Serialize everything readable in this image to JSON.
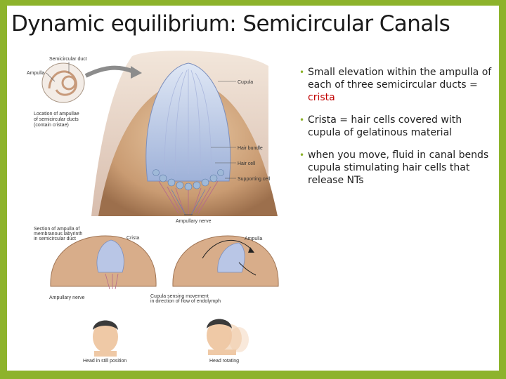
{
  "slide": {
    "title": "Dynamic equilibrium: Semicircular Canals",
    "accent_color": "#8db32c",
    "highlight_color": "#c00000"
  },
  "bullets": [
    {
      "text_a": "Small elevation within the ampulla of each of three semicircular ducts = ",
      "em": "crista",
      "text_b": ""
    },
    {
      "text_a": "",
      "em_plain": "Crista",
      "text_b": " = hair cells covered with ",
      "em2": "cupula",
      "text_c": " of gelatinous material"
    },
    {
      "text_a": "when you move, fluid in canal bends cupula stimulating hair cells that release NTs"
    }
  ],
  "figure_labels": {
    "semicircular_duct": "Semicircular duct",
    "ampulla": "Ampulla",
    "cupula": "Cupula",
    "location_1": "Location of ampullae",
    "location_2": "of semicircular ducts",
    "location_3": "(contain cristae)",
    "hair_bundle": "Hair bundle",
    "hair_cell": "Hair cell",
    "supporting_cell": "Supporting cell",
    "ampullary_nerve": "Ampullary nerve",
    "section_1": "Section of ampulla of",
    "section_2": "membranous labyrinth",
    "section_3": "in semicircular duct",
    "crista": "Crista",
    "ampulla_small": "Ampulla",
    "ampullary_nerve_small": "Ampullary nerve",
    "cupula_sensing_1": "Cupula sensing movement",
    "cupula_sensing_2": "in direction of flow of endolymph",
    "head_still": "Head in still position",
    "head_rotating": "Head rotating"
  }
}
